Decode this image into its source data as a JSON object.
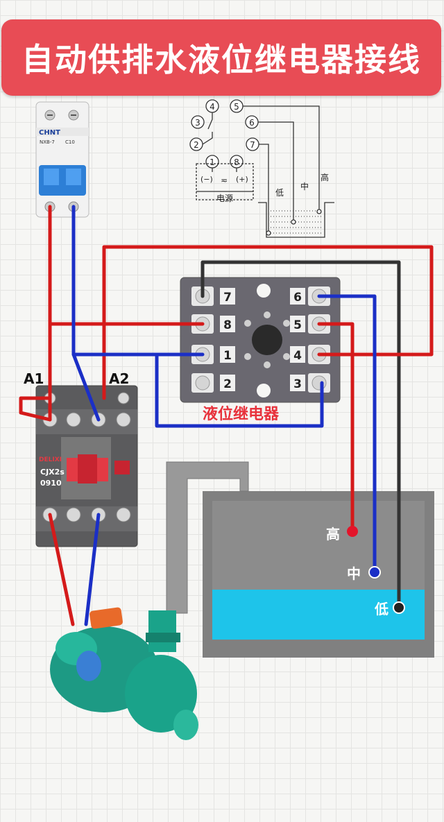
{
  "title": "自动供排水液位继电器接线",
  "schematic": {
    "pins": [
      "1",
      "2",
      "3",
      "4",
      "5",
      "6",
      "7",
      "8"
    ],
    "minus": "(−)",
    "tilde": "≂",
    "plus": "(+)",
    "power_label": "电源",
    "probe_low": "低",
    "probe_mid": "中",
    "probe_high": "高"
  },
  "breaker": {
    "brand": "CHNT",
    "model": "NXB-7",
    "rating": "C10"
  },
  "contactor": {
    "terminal_a1": "A1",
    "terminal_a2": "A2",
    "brand": "DELIXI",
    "model": "CJX2s",
    "code": "0910"
  },
  "relay": {
    "label": "液位继电器",
    "left_pins": [
      "7",
      "8",
      "1",
      "2"
    ],
    "right_pins": [
      "6",
      "5",
      "4",
      "3"
    ]
  },
  "tank": {
    "probe_high": "高",
    "probe_mid": "中",
    "probe_low": "低"
  },
  "colors": {
    "banner": "#e84c55",
    "wire_red": "#d41a1a",
    "wire_blue": "#1b2fc6",
    "wire_black": "#333333",
    "water": "#1ec4ea",
    "tank": "#808080",
    "pump": "#1d9a84"
  },
  "icons": [
    "circuit-breaker-icon",
    "contactor-icon",
    "relay-socket-icon",
    "water-pump-icon",
    "water-tank-icon"
  ]
}
